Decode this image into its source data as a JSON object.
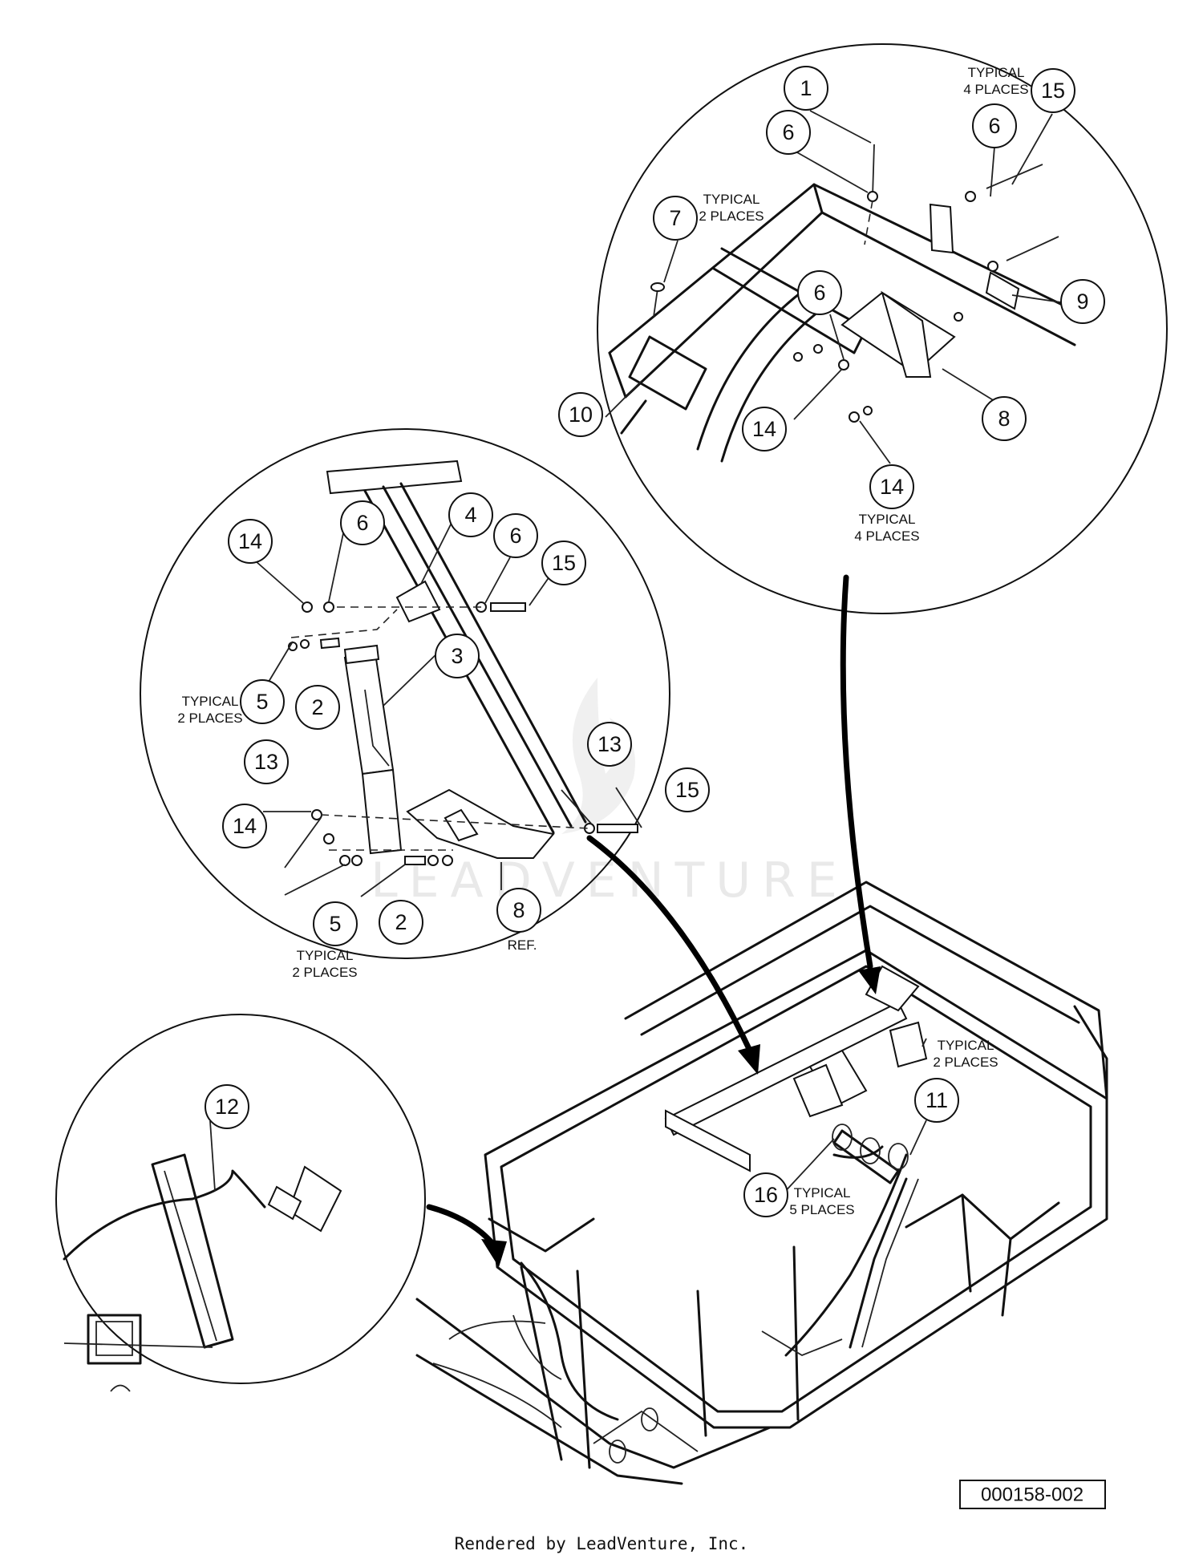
{
  "callouts": {
    "top": [
      "1",
      "6",
      "6",
      "15",
      "7",
      "6",
      "9",
      "10",
      "14",
      "8",
      "14"
    ],
    "mid": [
      "14",
      "6",
      "4",
      "6",
      "15",
      "3",
      "5",
      "2",
      "13",
      "13",
      "15",
      "14",
      "5",
      "2",
      "8"
    ],
    "left": [
      "12"
    ],
    "main": [
      "11",
      "16"
    ]
  },
  "notes": {
    "top_typical_4_a": [
      "TYPICAL",
      "4 PLACES"
    ],
    "top_typical_2": [
      "TYPICAL",
      "2 PLACES"
    ],
    "top_typical_4_b": [
      "TYPICAL",
      "4 PLACES"
    ],
    "mid_typical_2_a": [
      "TYPICAL",
      "2 PLACES"
    ],
    "mid_typical_2_b": [
      "TYPICAL",
      "2 PLACES"
    ],
    "mid_ref": "REF.",
    "main_typical_2": [
      "TYPICAL",
      "2 PLACES"
    ],
    "main_typical_5": [
      "TYPICAL",
      "5 PLACES"
    ]
  },
  "figure_id": "000158-002",
  "watermark": "LEADVENTURE",
  "footer": "Rendered by LeadVenture, Inc."
}
